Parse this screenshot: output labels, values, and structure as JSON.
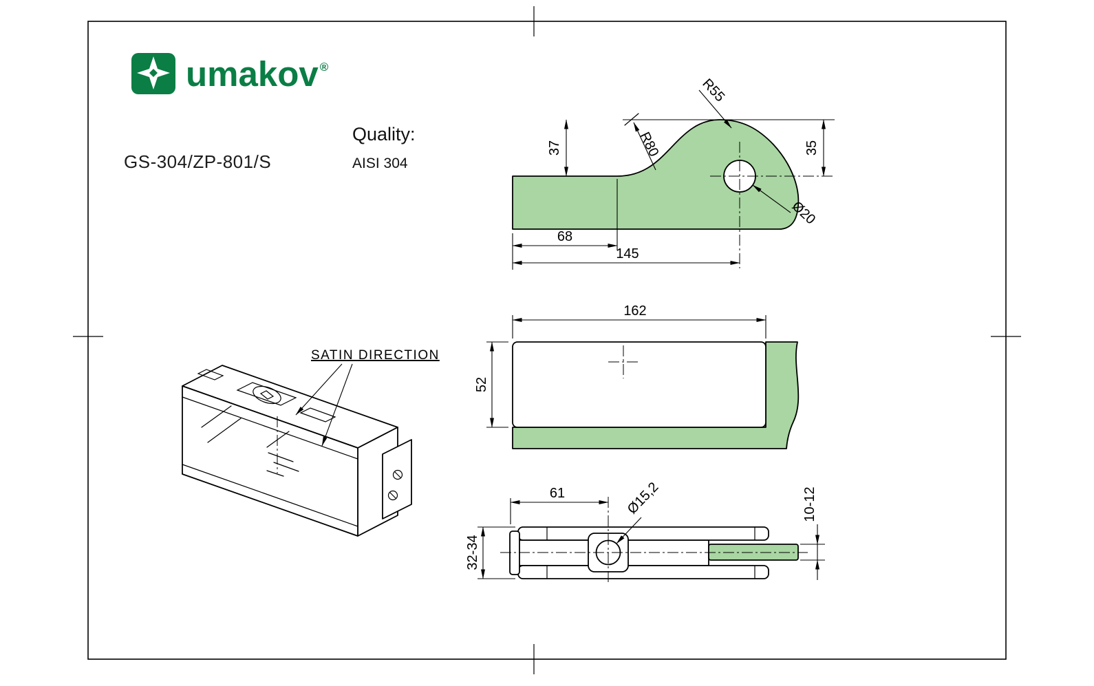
{
  "header": {
    "brand": "umakov",
    "registered_mark": "®",
    "product_code": "GS-304/ZP-801/S",
    "quality_label": "Quality:",
    "quality_value": "AISI 304"
  },
  "colors": {
    "brand_green": "#0a7e45",
    "glass_green": "#a9d6a2",
    "line_black": "#000000"
  },
  "top_view": {
    "dim_37": "37",
    "dim_35": "35",
    "radius_55": "R55",
    "radius_80": "R80",
    "dim_68": "68",
    "dim_145": "145",
    "dia_20": "Ø20"
  },
  "front_view": {
    "dim_162": "162",
    "dim_52": "52"
  },
  "side_view": {
    "dim_61": "61",
    "dia_15_2": "Ø15,2",
    "dim_10_12": "10-12",
    "dim_32_34": "32-34"
  },
  "iso_view": {
    "satin_label": "SATIN DIRECTION"
  }
}
